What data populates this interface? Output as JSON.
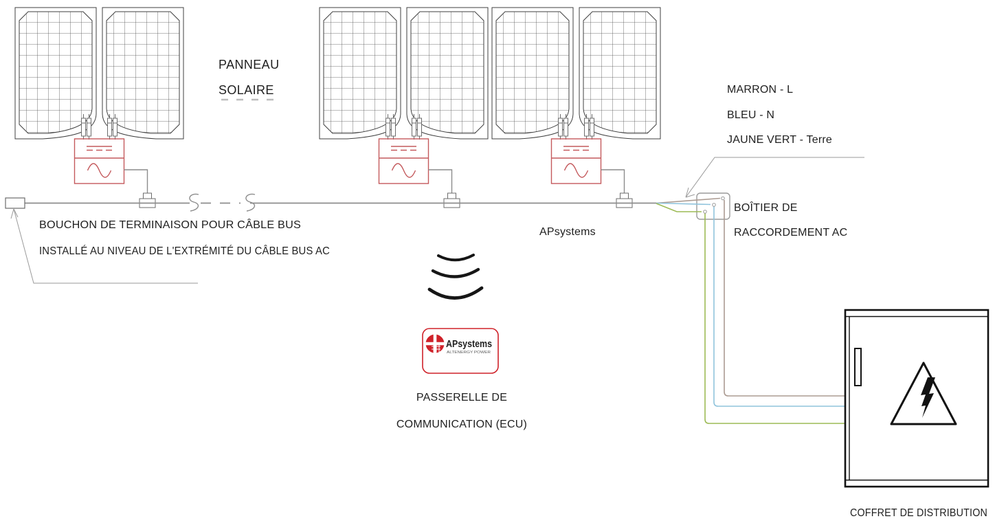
{
  "diagram": {
    "labels": {
      "panel_line1": "PANNEAU",
      "panel_line2": "SOLAIRE",
      "termination_line1": "BOUCHON DE TERMINAISON POUR CÂBLE BUS",
      "termination_line2": "INSTALLÉ AU NIVEAU DE L'EXTRÉMITÉ DU CÂBLE BUS AC",
      "microinverter_brand": "APsystems",
      "wire_legend_line1": "MARRON - L",
      "wire_legend_line2": "BLEU - N",
      "wire_legend_line3": "JAUNE VERT - Terre",
      "junction_line1": "BOÎTIER DE",
      "junction_line2": "RACCORDEMENT AC",
      "gateway_line1": "PASSERELLE DE",
      "gateway_line2": "COMMUNICATION (ECU)",
      "distribution_box": "COFFRET DE DISTRIBUTION",
      "ecu_logo_text": "APsystems",
      "ecu_logo_subtext": "ALTENERGY POWER"
    },
    "colors": {
      "inverter_red": "#c4595c",
      "logo_red": "#cf2129",
      "wire_marron": "#ab9b92",
      "wire_bleu": "#8fc3dc",
      "wire_vert": "#9cba55",
      "cable_grey": "#8c8c8c",
      "leader_grey": "#9a9a9a",
      "box_black": "#121212",
      "text_dark": "#1f1f1f"
    }
  }
}
